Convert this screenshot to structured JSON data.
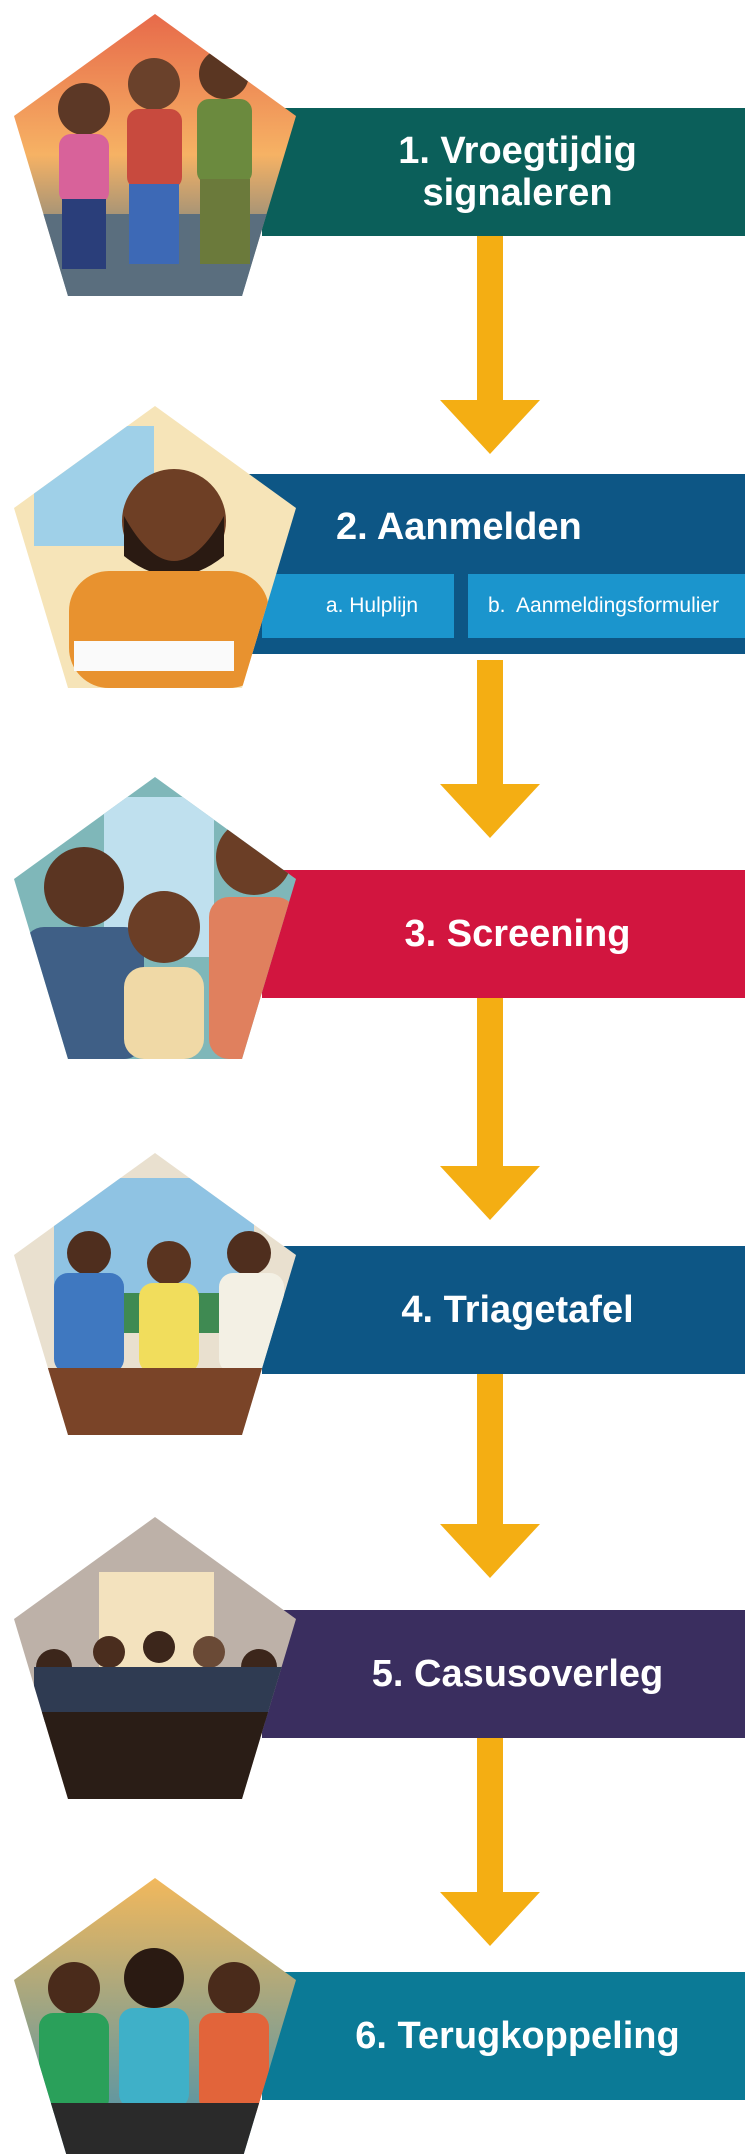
{
  "steps": [
    {
      "title": "1. Vroegtijdig signaleren",
      "line1": "1. Vroegtijdig",
      "line2": "signaleren",
      "color": "#0b5f5a",
      "illustration": "three-youths-sitting"
    },
    {
      "title": "2. Aanmelden",
      "color": "#0d5685",
      "illustration": "man-writing-form"
    },
    {
      "title": "3. Screening",
      "color": "#d2153f",
      "illustration": "worried-family"
    },
    {
      "title": "4. Triagetafel",
      "color": "#0d5685",
      "illustration": "office-discussion"
    },
    {
      "title": "5. Casusoverleg",
      "color": "#3a2e5f",
      "illustration": "boardroom-meeting"
    },
    {
      "title": "6. Terugkoppeling",
      "color": "#0b7a96",
      "illustration": "friends-laughing"
    }
  ],
  "aanmelden_options": [
    {
      "label": "a. Hulplijn"
    },
    {
      "label": "b.  Aanmeldingsformulier"
    }
  ],
  "arrow_color": "#f4ae13",
  "sub_option_color": "#1b95cd"
}
